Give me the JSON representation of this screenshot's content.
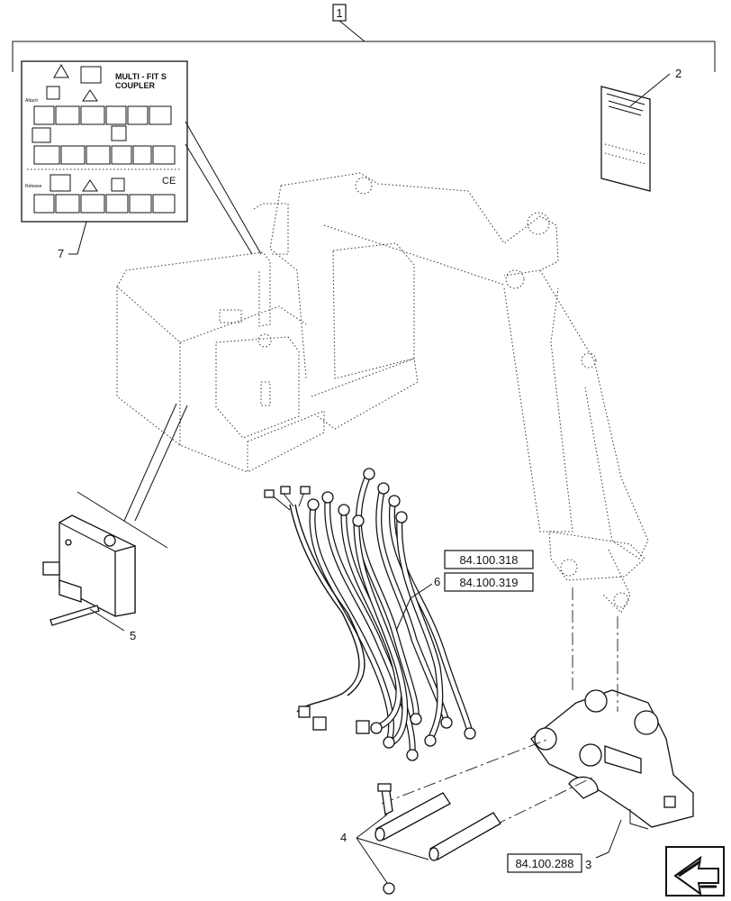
{
  "assembly_callout": "1",
  "decal": {
    "title_line1": "MULTI - FIT  S",
    "title_line2": "COUPLER",
    "attach_label": "Attach",
    "release_label": "Release",
    "ce_mark": "CE"
  },
  "callouts": [
    {
      "id": "2",
      "name": "callout-2"
    },
    {
      "id": "3",
      "name": "callout-3"
    },
    {
      "id": "4",
      "name": "callout-4"
    },
    {
      "id": "5",
      "name": "callout-5"
    },
    {
      "id": "6",
      "name": "callout-6"
    },
    {
      "id": "7",
      "name": "callout-7"
    }
  ],
  "references": [
    {
      "label": "84.100.318",
      "name": "ref-84-100-318"
    },
    {
      "label": "84.100.319",
      "name": "ref-84-100-319"
    },
    {
      "label": "84.100.288",
      "name": "ref-84-100-288"
    }
  ],
  "icons": [
    "warning-triangle-icon",
    "manual-book-icon",
    "lock-icon",
    "navigation-arrow-icon"
  ]
}
